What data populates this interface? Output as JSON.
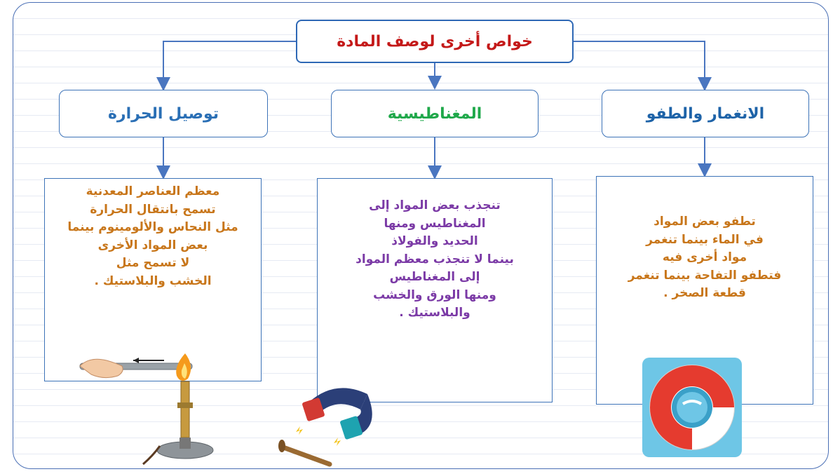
{
  "title": "خواص أخرى لوصف المادة",
  "categories": [
    {
      "id": "heat",
      "label": "توصيل الحرارة",
      "color": "#2a6fb5"
    },
    {
      "id": "magnetism",
      "label": "المغناطيسية",
      "color": "#1fa84a"
    },
    {
      "id": "float",
      "label": "الانغمار والطفو",
      "color": "#1e63a8"
    }
  ],
  "descriptions": {
    "heat": [
      "معظم العناصر المعدنية",
      "تسمح بانتقال الحرارة",
      "مثل النحاس والألومينوم بينما",
      "بعض المواد الأخرى",
      "لا تسمح مثل",
      "الخشب والبلاستيك ."
    ],
    "magnetism": [
      "تنجذب بعض المواد إلى",
      "المغناطيس ومنها",
      "الحديد والفولاذ",
      "بينما لا تنجذب معظم المواد",
      "إلى المغناطيس",
      "ومنها الورق والخشب",
      "والبلاستيك ."
    ],
    "float": [
      "تطفو بعض المواد",
      "في الماء بينما تنغمر",
      "مواد أخرى فيه",
      "فتطفو التفاحة بينما تنغمر",
      "قطعة الصخر ."
    ]
  },
  "colors": {
    "title": "#c41919",
    "border": "#3d73b8",
    "connector": "#4a76c0",
    "heat_text": "#c8761a",
    "mag_text": "#7b3aa6",
    "float_text": "#c8761a"
  },
  "illustrations": [
    "bunsen-burner-icon",
    "horseshoe-magnet-icon",
    "life-ring-icon"
  ]
}
